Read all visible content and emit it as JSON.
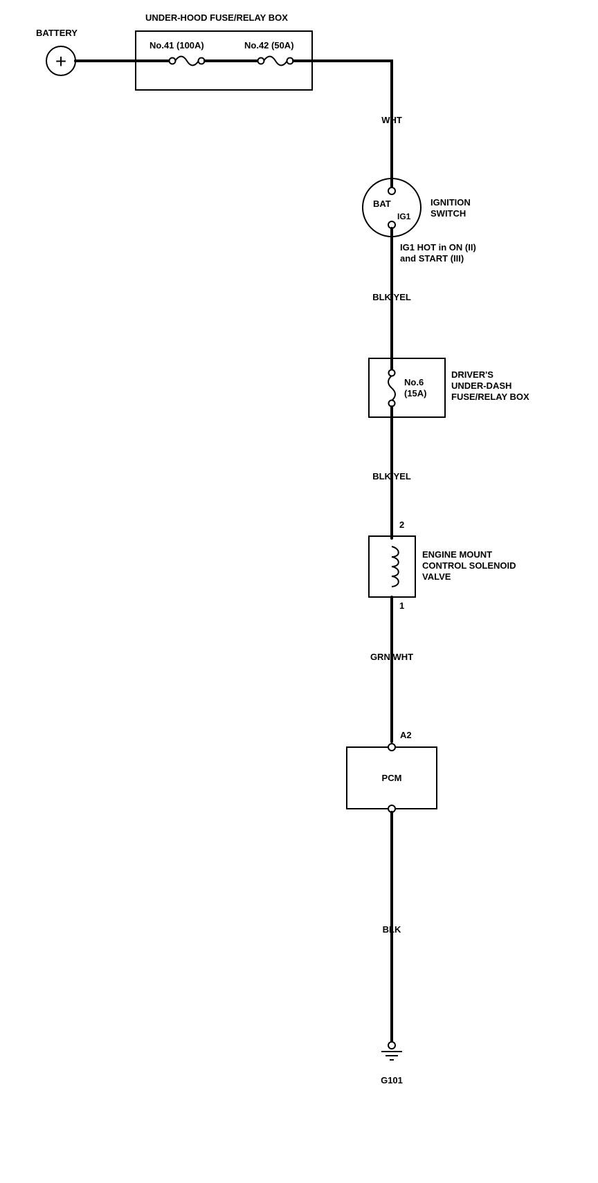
{
  "battery": {
    "label": "BATTERY",
    "symbol": "+"
  },
  "underhood_box": {
    "label": "UNDER-HOOD FUSE/RELAY BOX",
    "fuse_a": "No.41 (100A)",
    "fuse_b": "No.42 (50A)"
  },
  "wires": {
    "w1": "WHT",
    "w2": "BLK/YEL",
    "w3": "BLK/YEL",
    "w4": "GRN/WHT",
    "w5": "BLK"
  },
  "ignition_switch": {
    "line1": "IGNITION",
    "line2": "SWITCH",
    "bat_terminal": "BAT",
    "ig1_terminal": "IG1",
    "note_line1": "IG1 HOT in ON (II)",
    "note_line2": "and START (III)"
  },
  "underdash_box": {
    "fuse_line1": "No.6",
    "fuse_line2": "(15A)",
    "line1": "DRIVER'S",
    "line2": "UNDER-DASH",
    "line3": "FUSE/RELAY BOX"
  },
  "solenoid": {
    "pin_top": "2",
    "pin_bottom": "1",
    "line1": "ENGINE MOUNT",
    "line2": "CONTROL SOLENOID",
    "line3": "VALVE"
  },
  "pcm": {
    "label": "PCM",
    "pin": "A2"
  },
  "ground": {
    "label": "G101"
  }
}
